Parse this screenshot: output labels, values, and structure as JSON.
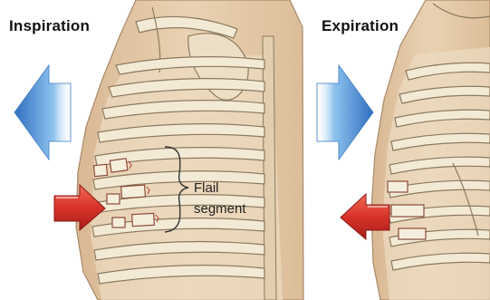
{
  "labels": {
    "inspiration": "Inspiration",
    "expiration": "Expiration",
    "flail_line1": "Flail",
    "flail_line2": "segment"
  },
  "icons": {
    "inspiration_arrow": "blue-arrow-left-icon",
    "inspiration_force": "red-arrow-right-icon",
    "expiration_arrow": "blue-arrow-right-icon",
    "expiration_force": "red-arrow-left-icon"
  },
  "colors": {
    "skin": "#e3c7a6",
    "rib": "#f3ead6",
    "rib_outline": "#8c7a5f",
    "blue_arrow": "#4a8fd4",
    "red_arrow": "#d8322a"
  }
}
